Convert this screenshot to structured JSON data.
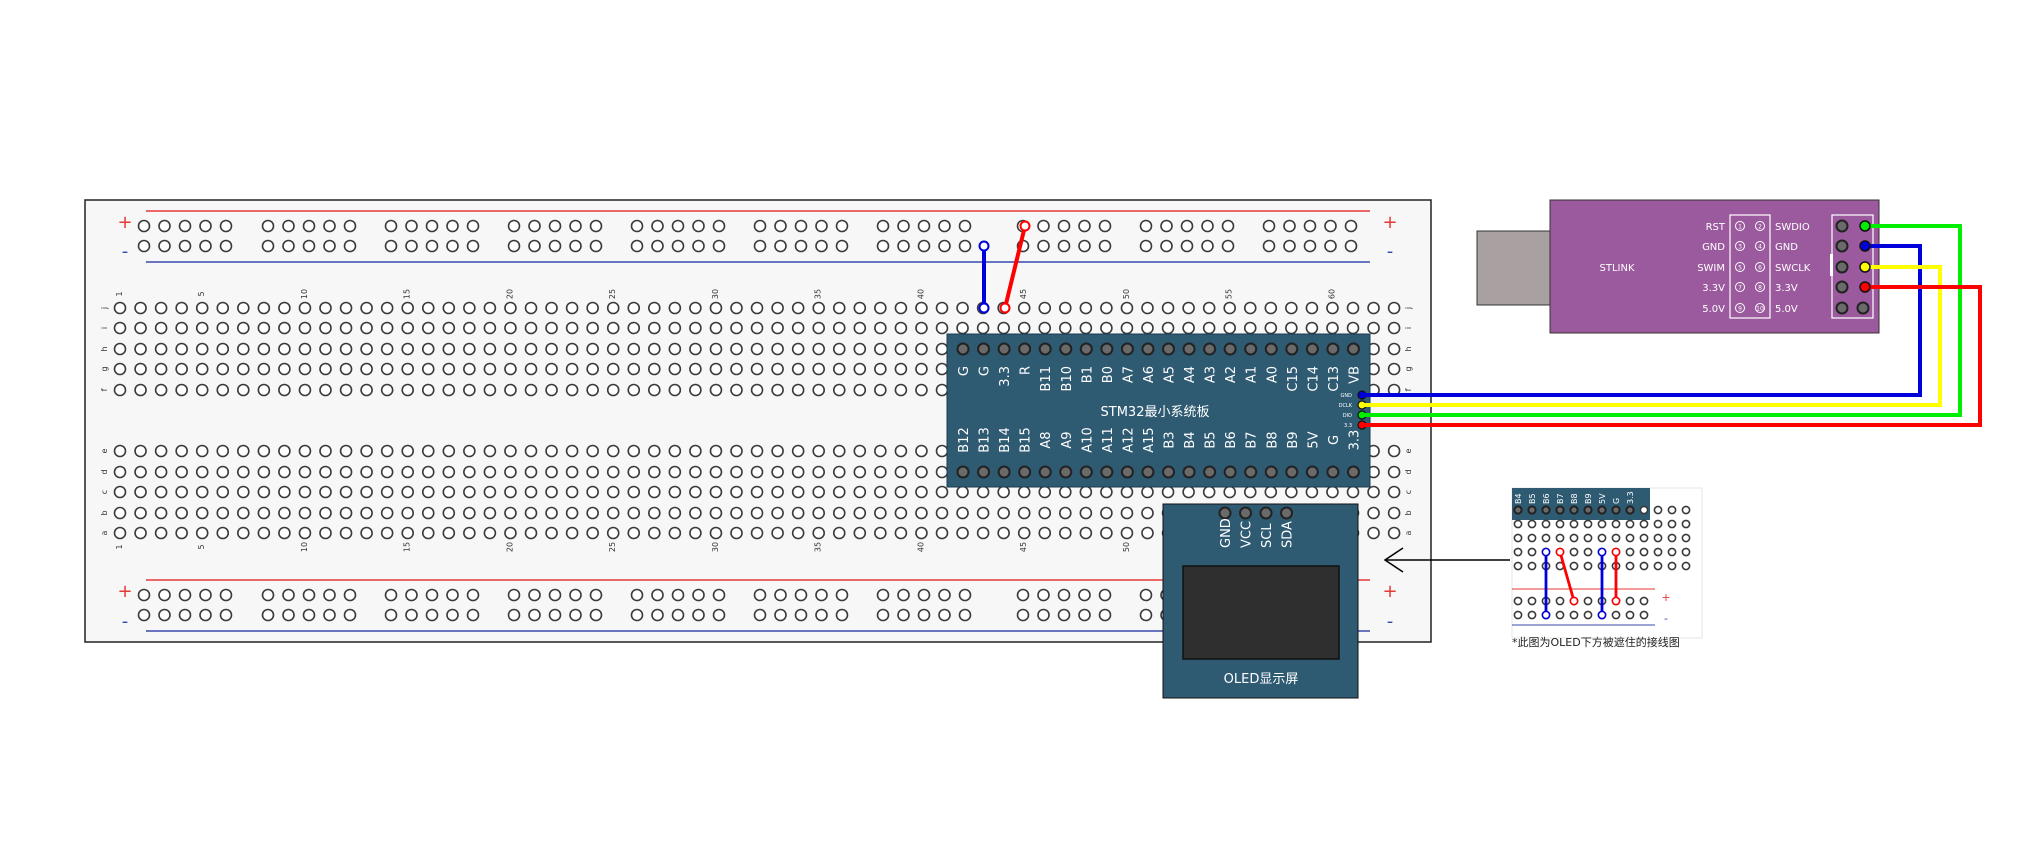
{
  "breadboard": {
    "plus_label": "+",
    "minus_label": "-",
    "row_letters_top": [
      "j",
      "i",
      "h",
      "g",
      "f"
    ],
    "row_letters_bottom": [
      "e",
      "d",
      "c",
      "b",
      "a"
    ],
    "column_numbers": [
      "1",
      "5",
      "10",
      "15",
      "20",
      "25",
      "30",
      "35",
      "40",
      "45",
      "50",
      "55",
      "60"
    ]
  },
  "stm32": {
    "title": "STM32最小系统板",
    "top_pins": [
      "G",
      "G",
      "3.3",
      "R",
      "B11",
      "B10",
      "B1",
      "B0",
      "A7",
      "A6",
      "A5",
      "A4",
      "A3",
      "A2",
      "A1",
      "A0",
      "C15",
      "C14",
      "C13",
      "VB"
    ],
    "bottom_pins": [
      "B12",
      "B13",
      "B14",
      "B15",
      "A8",
      "A9",
      "A10",
      "A11",
      "A12",
      "A15",
      "B3",
      "B4",
      "B5",
      "B6",
      "B7",
      "B8",
      "B9",
      "5V",
      "G",
      "3.3"
    ],
    "debug_pins": [
      "GND",
      "DCLK",
      "DIO",
      "3.3"
    ]
  },
  "oled": {
    "title": "OLED显示屏",
    "pins": [
      "GND",
      "VCC",
      "SCL",
      "SDA"
    ]
  },
  "stlink": {
    "title": "STLINK",
    "left_labels": [
      "RST",
      "GND",
      "SWIM",
      "3.3V",
      "5.0V"
    ],
    "right_labels": [
      "SWDIO",
      "GND",
      "SWCLK",
      "3.3V",
      "5.0V"
    ],
    "pin_numbers_left": [
      "1",
      "3",
      "5",
      "7",
      "9"
    ],
    "pin_numbers_right": [
      "2",
      "4",
      "6",
      "8",
      "10"
    ]
  },
  "inset": {
    "header_pins": [
      "B4",
      "B5",
      "B6",
      "B7",
      "B8",
      "B9",
      "5V",
      "G",
      "3.3"
    ],
    "plus_label": "+",
    "minus_label": "-",
    "caption": "*此图为OLED下方被遮住的接线图"
  },
  "colors": {
    "board": "#f7f7f7",
    "pcb": "#2e5a72",
    "stlink": "#9b5a9e",
    "usb": "#a9a0a2",
    "wire_red": "#ff0000",
    "wire_blue": "#0000dd",
    "wire_green": "#00ee00",
    "wire_yellow": "#ffff00"
  }
}
